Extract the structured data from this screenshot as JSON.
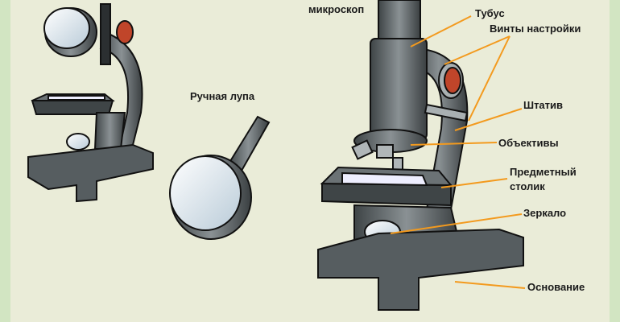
{
  "labels": {
    "microscope": "микроскоп",
    "hand_lens": "Ручная лупа",
    "tube": "Тубус",
    "adjust_screws": "Винты настройки",
    "stand": "Штатив",
    "objectives": "Объективы",
    "stage_line1": "Предметный",
    "stage_line2": "столик",
    "mirror": "Зеркало",
    "base": "Основание"
  },
  "colors": {
    "background": "#eaecd8",
    "leader": "#f39a1e",
    "metal": "#5b6265",
    "knob": "#c0452a"
  }
}
